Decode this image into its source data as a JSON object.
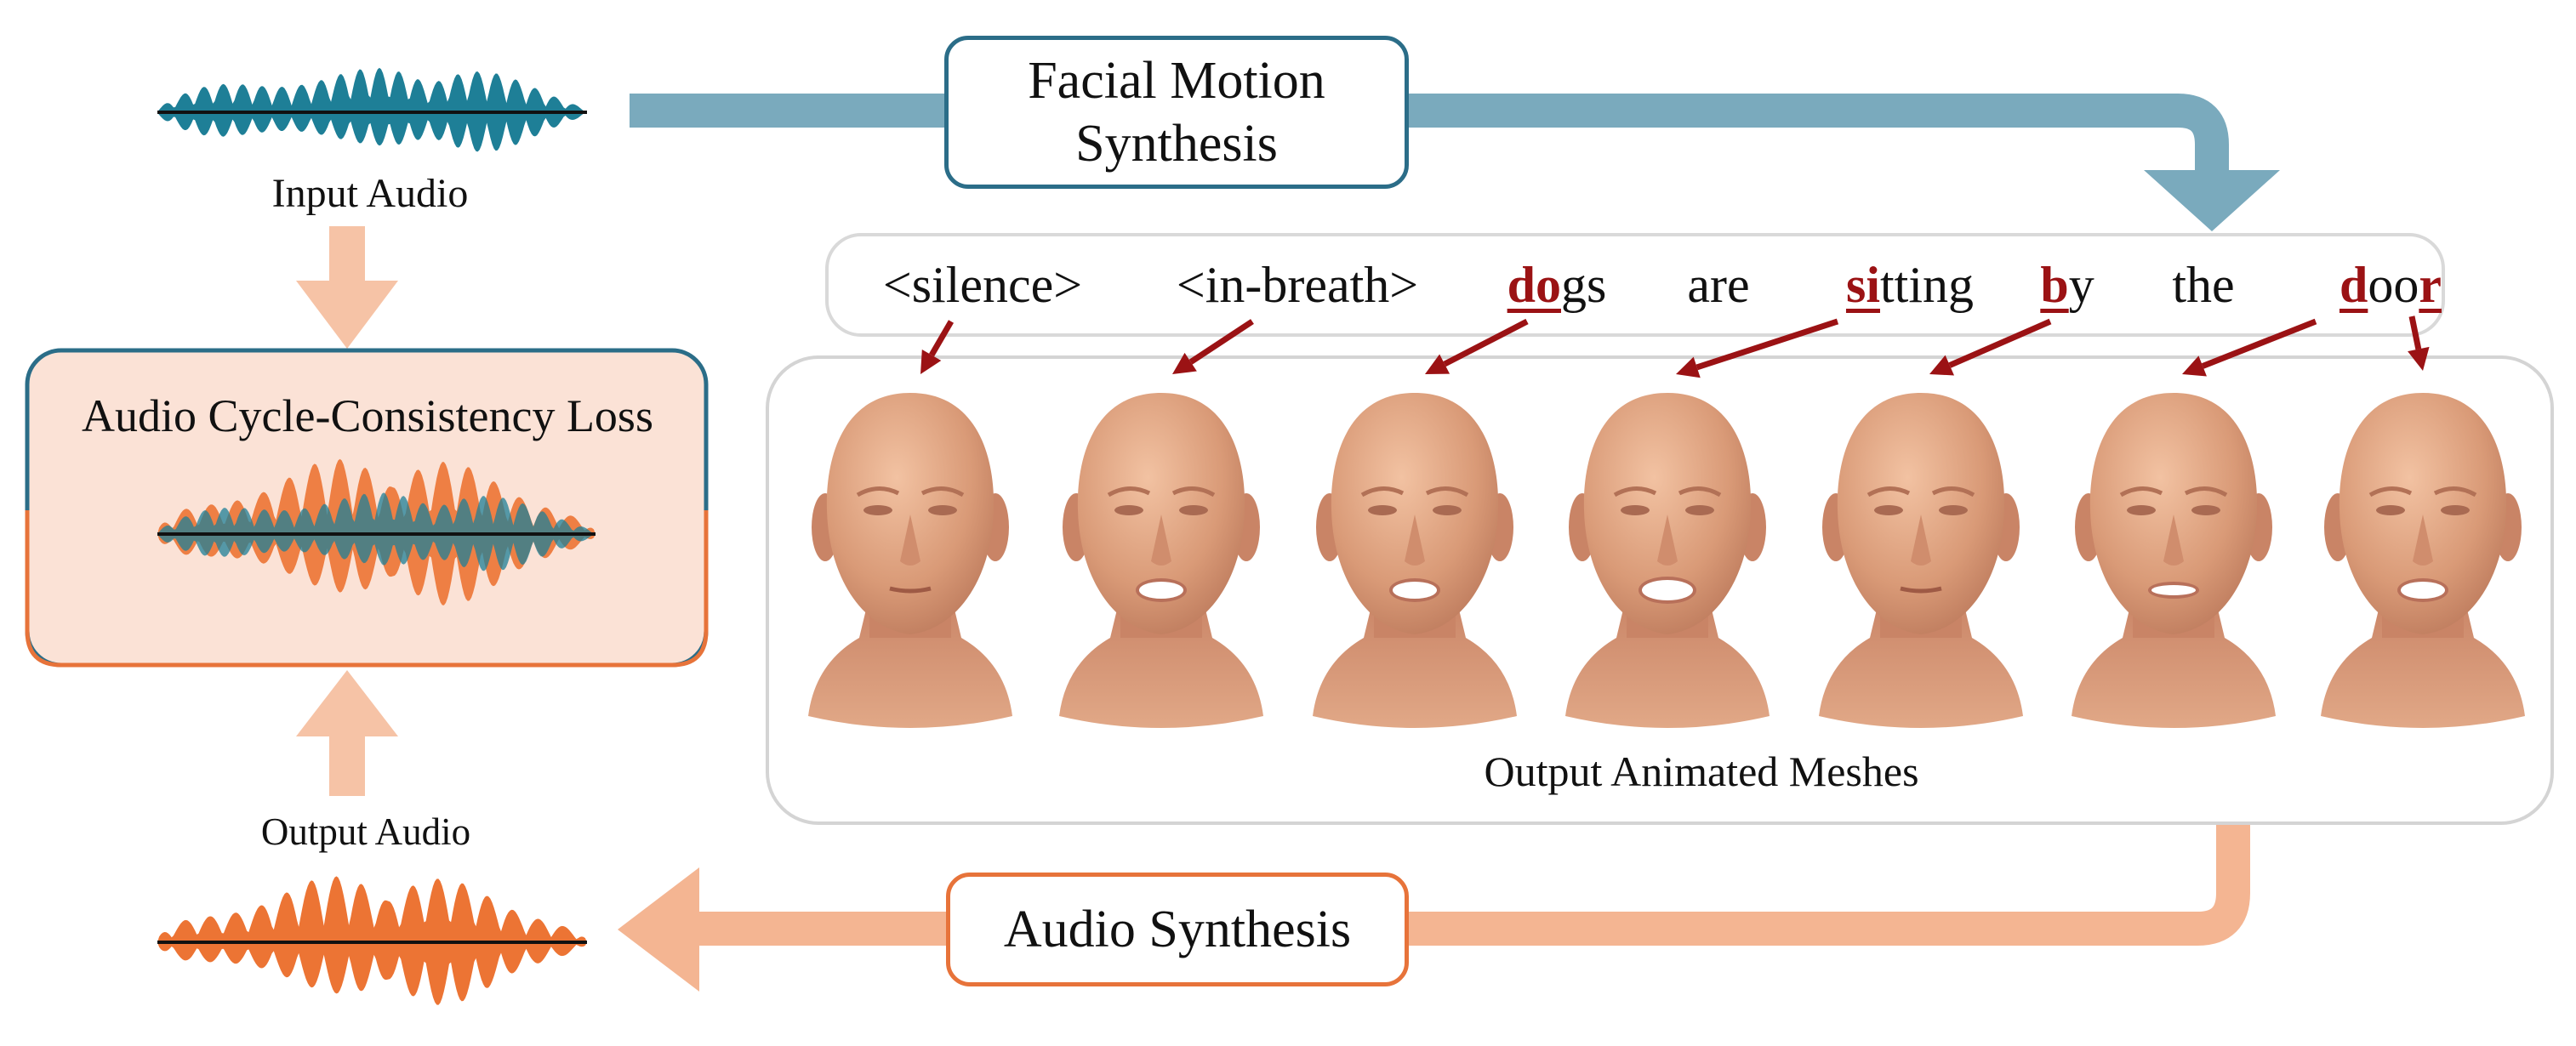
{
  "colors": {
    "input_wave": "#1e7f97",
    "output_wave": "#ec7434",
    "blue_arrow": "#7aaabd",
    "peach_arrow": "#f4b592",
    "light_arrow": "#f6c3a6",
    "loss_box_fill": "#fbe2d6",
    "loss_box_border_top": "#2b6d88",
    "loss_box_border_bottom": "#e7733a",
    "highlight": "#9b1214"
  },
  "labels": {
    "input_audio": "Input Audio",
    "output_audio": "Output Audio",
    "loss_title": "Audio Cycle-Consistency Loss",
    "facial_motion_line1": "Facial Motion",
    "facial_motion_line2": "Synthesis",
    "audio_synthesis": "Audio Synthesis",
    "meshes_caption": "Output Animated Meshes"
  },
  "transcript": [
    {
      "parts": [
        {
          "t": "<silence>",
          "hl": false
        }
      ]
    },
    {
      "parts": [
        {
          "t": "<in-breath>",
          "hl": false
        }
      ]
    },
    {
      "parts": [
        {
          "t": "do",
          "hl": true
        },
        {
          "t": "gs",
          "hl": false
        }
      ]
    },
    {
      "parts": [
        {
          "t": "are",
          "hl": false
        }
      ]
    },
    {
      "parts": [
        {
          "t": "si",
          "hl": true
        },
        {
          "t": "tting",
          "hl": false
        }
      ]
    },
    {
      "parts": [
        {
          "t": "b",
          "hl": true
        },
        {
          "t": "y",
          "hl": false
        }
      ]
    },
    {
      "parts": [
        {
          "t": "the",
          "hl": false
        }
      ]
    },
    {
      "parts": [
        {
          "t": "d",
          "hl": true
        },
        {
          "t": "oo",
          "hl": false
        },
        {
          "t": "r",
          "hl": true
        }
      ]
    }
  ],
  "faces": [
    {
      "mouth": "closed"
    },
    {
      "mouth": "open"
    },
    {
      "mouth": "open"
    },
    {
      "mouth": "wide"
    },
    {
      "mouth": "closed"
    },
    {
      "mouth": "slight"
    },
    {
      "mouth": "open"
    }
  ]
}
